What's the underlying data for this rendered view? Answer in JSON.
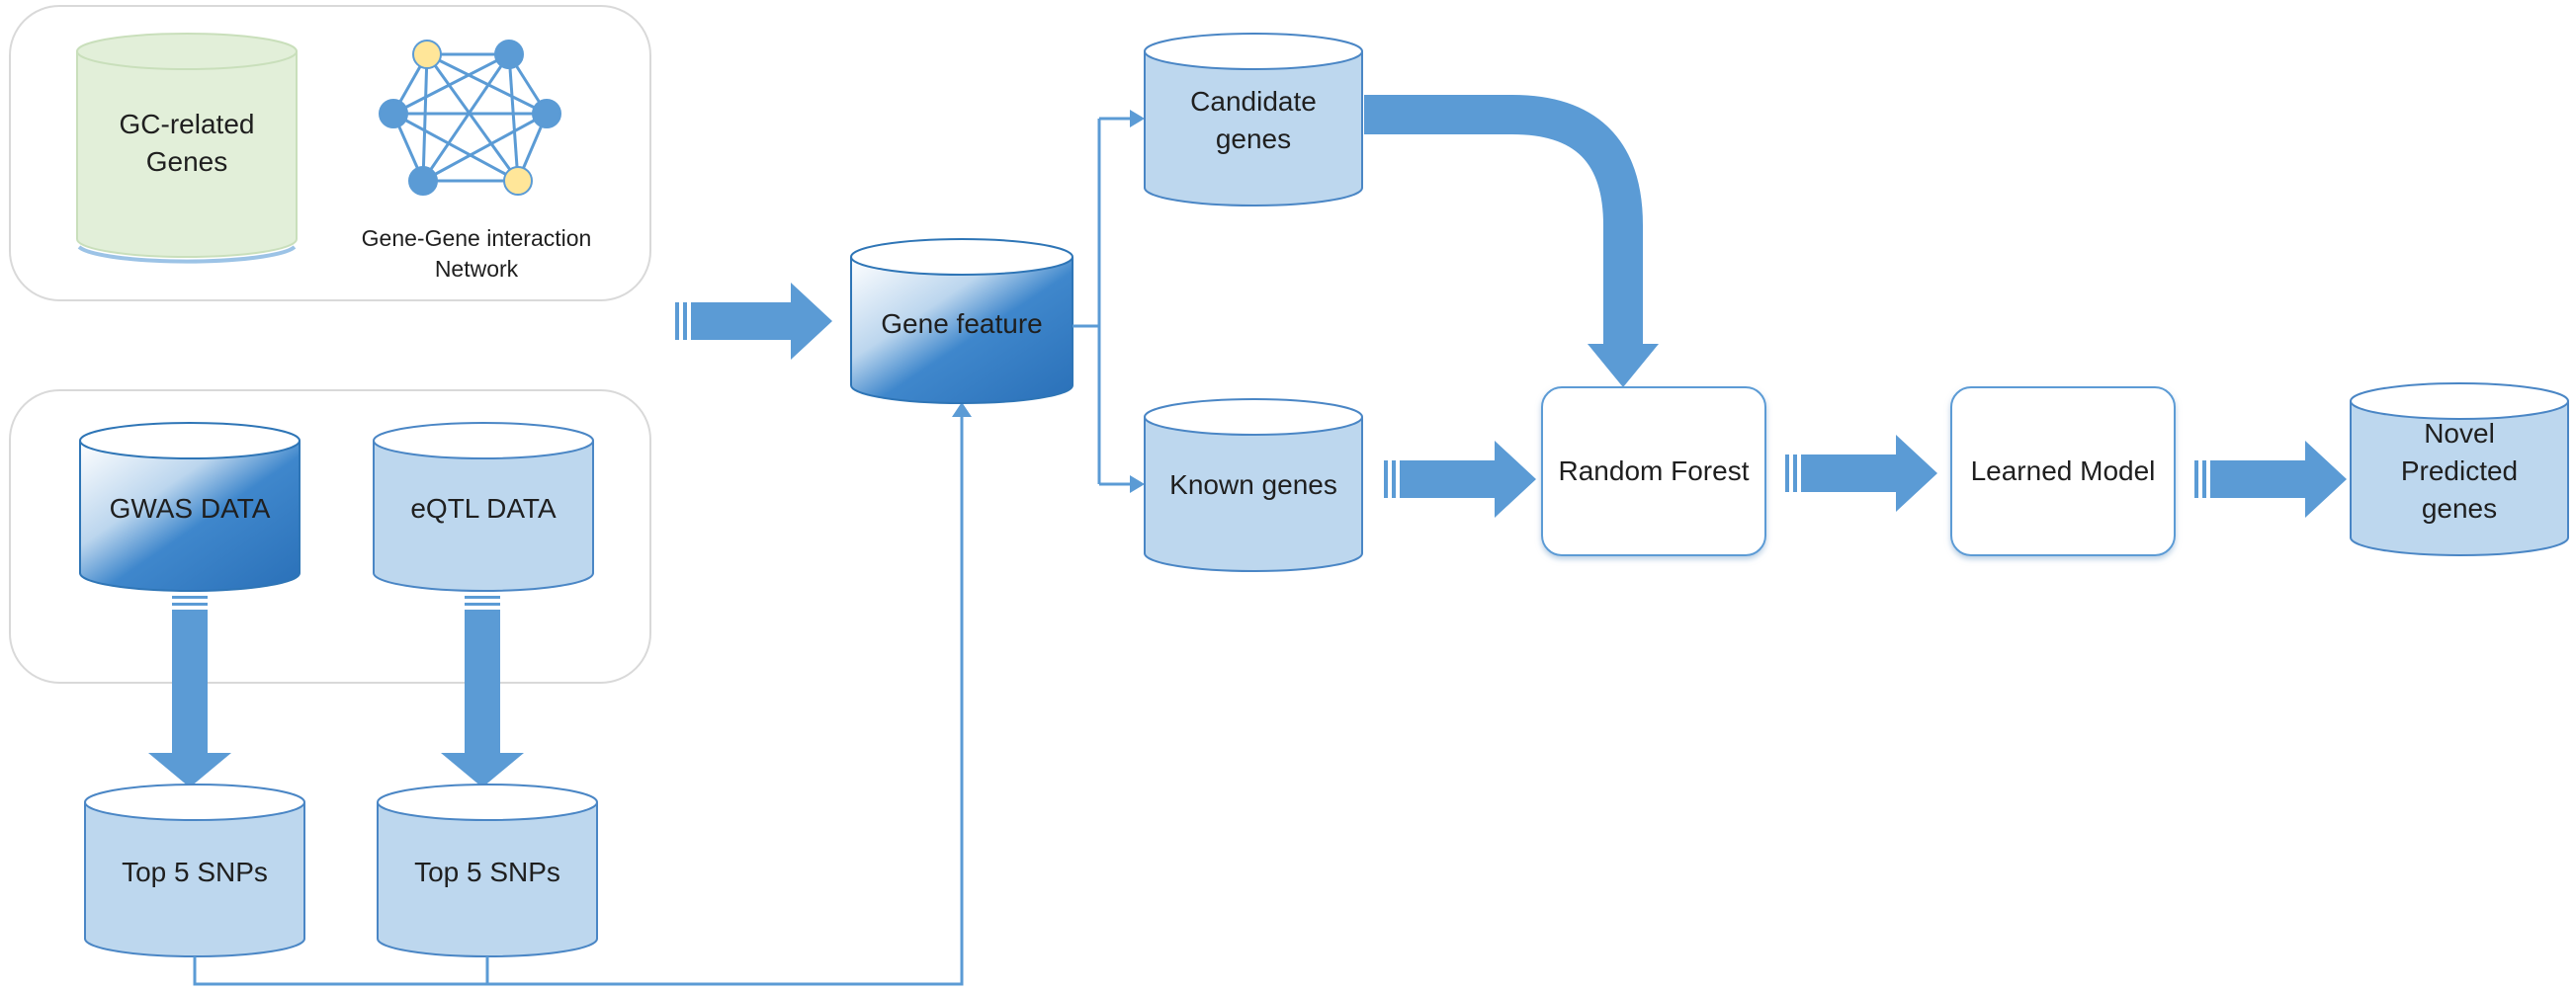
{
  "groups": {
    "top": {
      "db_label": [
        "GC-related",
        "Genes"
      ],
      "network_label": [
        "Gene-Gene interaction",
        "Network"
      ]
    },
    "bottom": {
      "gwas_label": "GWAS DATA",
      "eqtl_label": "eQTL DATA"
    }
  },
  "nodes": {
    "top5_a": "Top 5 SNPs",
    "top5_b": "Top 5 SNPs",
    "gene_feature": "Gene feature",
    "candidate_genes": [
      "Candidate",
      "genes"
    ],
    "known_genes": "Known genes",
    "random_forest": "Random Forest",
    "learned_model": "Learned Model",
    "novel_predicted": [
      "Novel",
      "Predicted",
      "genes"
    ]
  },
  "colors": {
    "arrow": "#5b9bd5",
    "cyl_light": "#bdd7ee",
    "cyl_stroke": "#4a86c5",
    "cyl_dark": "#2e75b6",
    "green": "#e2efd9",
    "node_blue": "#5b9bd5",
    "node_yellow": "#ffe699"
  }
}
